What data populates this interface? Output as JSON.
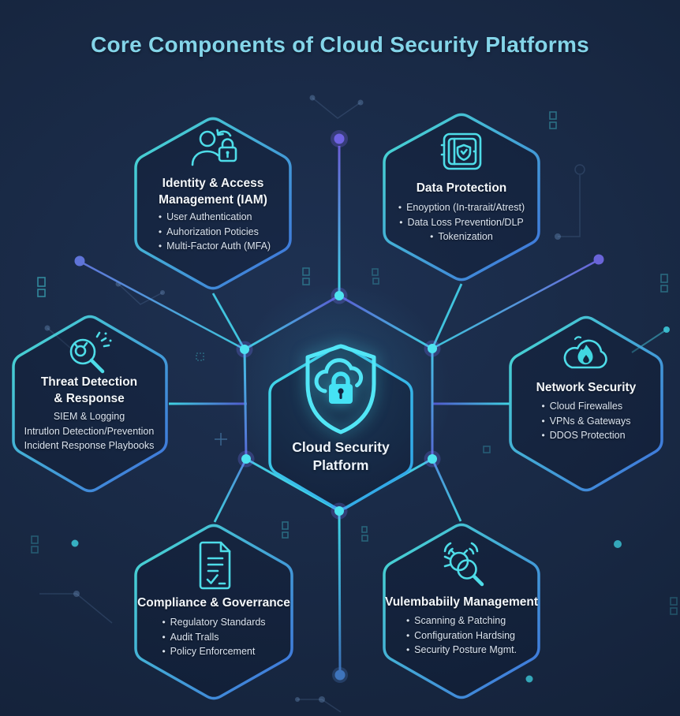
{
  "title": "Core Components of Cloud Security Platforms",
  "center": {
    "lines": [
      "Cloud Security",
      "Platform"
    ],
    "icon": "shield-cloud-lock-icon"
  },
  "hexagons": [
    {
      "id": "iam",
      "icon": "user-lock-icon",
      "title_lines": [
        "Identity & Access",
        "Management (IAM)"
      ],
      "items": [
        "User Authentication",
        "Auhorization Poticies",
        "Multi-Factor Auth (MFA)"
      ]
    },
    {
      "id": "data-protection",
      "icon": "safe-vault-icon",
      "title_lines": [
        "Data Protection"
      ],
      "items": [
        "Enoyption (In-trarait/Atrest)",
        "Data Loss Prevention/DLP",
        "Tokenization"
      ]
    },
    {
      "id": "threat-detection",
      "icon": "threat-magnifier-icon",
      "title_lines": [
        "Threat Detection",
        "& Response"
      ],
      "items": [
        "SIEM & Logging",
        "Intrutlon Detection/Prevention",
        "Incident Response Playbooks"
      ]
    },
    {
      "id": "network-security",
      "icon": "cloud-flame-icon",
      "title_lines": [
        "Network Security"
      ],
      "items": [
        "Cloud Firewalles",
        "VPNs & Gateways",
        "DDOS Protection"
      ]
    },
    {
      "id": "compliance-governance",
      "icon": "document-check-icon",
      "title_lines": [
        "Compliance & Goverrance"
      ],
      "items": [
        "Regulatory Standards",
        "Audit Tralls",
        "Policy Enforcement"
      ]
    },
    {
      "id": "vulnerability-management",
      "icon": "bug-magnifier-icon",
      "title_lines": [
        "Vulembabiily Management"
      ],
      "items": [
        "Scanning & Patching",
        "Configuration Hardsing",
        "Security Posture Mgmt."
      ]
    }
  ],
  "bullet_glyph": "•",
  "colors": {
    "background": "#17263f",
    "accent_cyan": "#43d9e2",
    "accent_blue": "#3e6fdb",
    "accent_indigo": "#6a5fd8",
    "title_text": "#84d5e9",
    "heading_text": "#f3f7fb",
    "body_text": "#dbe4f0",
    "icon_stroke": "#4edce8"
  }
}
